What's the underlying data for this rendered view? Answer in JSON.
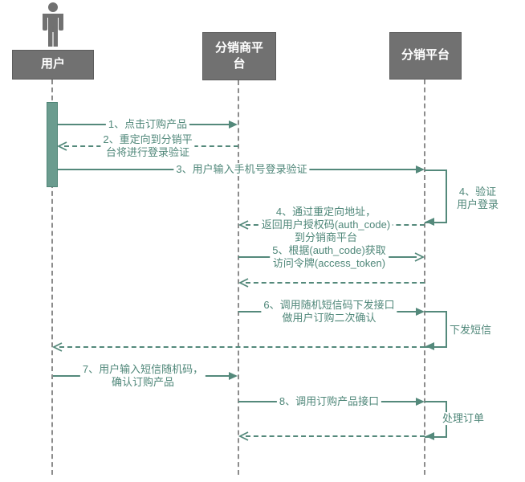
{
  "diagram": {
    "type": "sequence-diagram",
    "participants": [
      {
        "name": "user",
        "label": "用户",
        "has_actor_icon": true
      },
      {
        "name": "distributor-platform",
        "label": "分销商平\n台"
      },
      {
        "name": "distribution-platform",
        "label": "分销平台"
      }
    ],
    "messages": [
      {
        "seq": "1",
        "from": "user",
        "to": "distributor-platform",
        "style": "solid",
        "label": "1、点击订购产品"
      },
      {
        "seq": "2",
        "from": "distributor-platform",
        "to": "user",
        "style": "dashed",
        "label": "2、重定向到分销平\n台将进行登录验证"
      },
      {
        "seq": "3",
        "from": "user",
        "to": "distribution-platform",
        "style": "solid",
        "label": "3、用户输入手机号登录验证"
      },
      {
        "seq": "4",
        "from": "distribution-platform",
        "to": "distribution-platform",
        "style": "self",
        "label": "4、验证用户登录"
      },
      {
        "seq": "4",
        "from": "distribution-platform",
        "to": "distributor-platform",
        "style": "dashed",
        "label": "4、通过重定向地址，\n返回用户授权码(auth_code)\n到分销商平台"
      },
      {
        "seq": "5",
        "from": "distributor-platform",
        "to": "distribution-platform",
        "style": "solid",
        "label": "5、根据(auth_code)获取\n访问令牌(access_token)"
      },
      {
        "seq": "",
        "from": "distribution-platform",
        "to": "distributor-platform",
        "style": "dashed",
        "label": ""
      },
      {
        "seq": "6",
        "from": "distributor-platform",
        "to": "distribution-platform",
        "style": "solid",
        "label": "6、调用随机短信码下发接口\n做用户订购二次确认"
      },
      {
        "seq": "",
        "from": "distribution-platform",
        "to": "distribution-platform",
        "style": "self",
        "label": "下发短信"
      },
      {
        "seq": "",
        "from": "distribution-platform",
        "to": "user",
        "style": "dashed",
        "label": ""
      },
      {
        "seq": "7",
        "from": "user",
        "to": "distributor-platform",
        "style": "solid",
        "label": "7、用户输入短信随机码，\n确认订购产品"
      },
      {
        "seq": "8",
        "from": "distributor-platform",
        "to": "distribution-platform",
        "style": "solid",
        "label": "8、调用订购产品接口"
      },
      {
        "seq": "",
        "from": "distribution-platform",
        "to": "distribution-platform",
        "style": "self",
        "label": "处理订单"
      },
      {
        "seq": "",
        "from": "distribution-platform",
        "to": "distributor-platform",
        "style": "dashed",
        "label": ""
      }
    ],
    "colors": {
      "participant_fill": "#717171",
      "participant_text": "#ffffff",
      "message": "#54897b",
      "message_text": "#4f8779",
      "activation_fill": "#6b9c8f",
      "lifeline": "#8c8c8c"
    }
  }
}
